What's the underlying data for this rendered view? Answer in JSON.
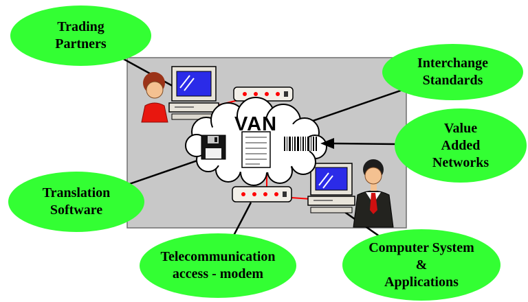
{
  "bubbles": {
    "trading_partners": {
      "lines": [
        "Trading",
        "Partners"
      ]
    },
    "interchange_standards": {
      "lines": [
        "Interchange",
        "Standards"
      ]
    },
    "value_added_networks": {
      "lines": [
        "Value",
        "Added",
        "Networks"
      ]
    },
    "translation_software": {
      "lines": [
        "Translation",
        "Software"
      ]
    },
    "telecom_modem": {
      "lines": [
        "Telecommunication",
        "access - modem"
      ]
    },
    "computer_system": {
      "lines": [
        "Computer System",
        "&",
        "Applications"
      ]
    }
  },
  "cloud": {
    "label": "VAN"
  },
  "colors": {
    "bubble_green": "#33FF33",
    "panel_gray": "#C8C8C8",
    "cable_red": "#FF0000",
    "screen_blue": "#2B2BE8",
    "line_black": "#000000"
  }
}
